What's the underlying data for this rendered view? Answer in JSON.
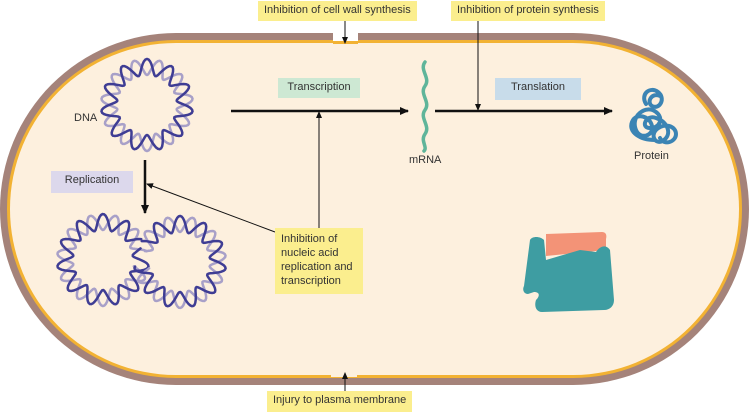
{
  "title": "Targets of antimicrobial action in a bacterial cell",
  "colors": {
    "cell_wall": "#a5837a",
    "membrane": "#f2b233",
    "cytoplasm": "#fdf0de",
    "dna_dark": "#3f3d94",
    "dna_light": "#a8a0c8",
    "mrna": "#5fb59a",
    "protein": "#3b84b4",
    "ribosome_large": "#3e9da2",
    "ribosome_small": "#f39377",
    "annotation_box": "#fbee8e",
    "transcription_box": "#cde8d3",
    "translation_box": "#c8dcea",
    "replication_box": "#dcd8ec"
  },
  "annotations": {
    "cell_wall": "Inhibition of cell wall synthesis",
    "protein_synthesis": "Inhibition of protein synthesis",
    "nucleic_acid": [
      "Inhibition of",
      "nucleic acid",
      "replication and",
      "transcription"
    ],
    "plasma_membrane": "Injury to plasma membrane"
  },
  "process_labels": {
    "transcription": "Transcription",
    "translation": "Translation",
    "replication": "Replication"
  },
  "molecule_labels": {
    "dna": "DNA",
    "mrna": "mRNA",
    "protein": "Protein"
  }
}
